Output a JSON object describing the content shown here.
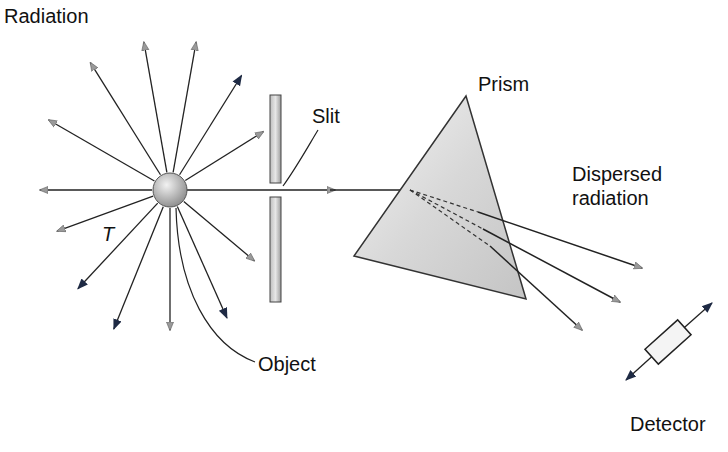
{
  "diagram": {
    "labels": [
      "Radiation",
      "Slit",
      "Prism",
      "Dispersed radiation",
      "T",
      "Object",
      "Detector"
    ]
  }
}
